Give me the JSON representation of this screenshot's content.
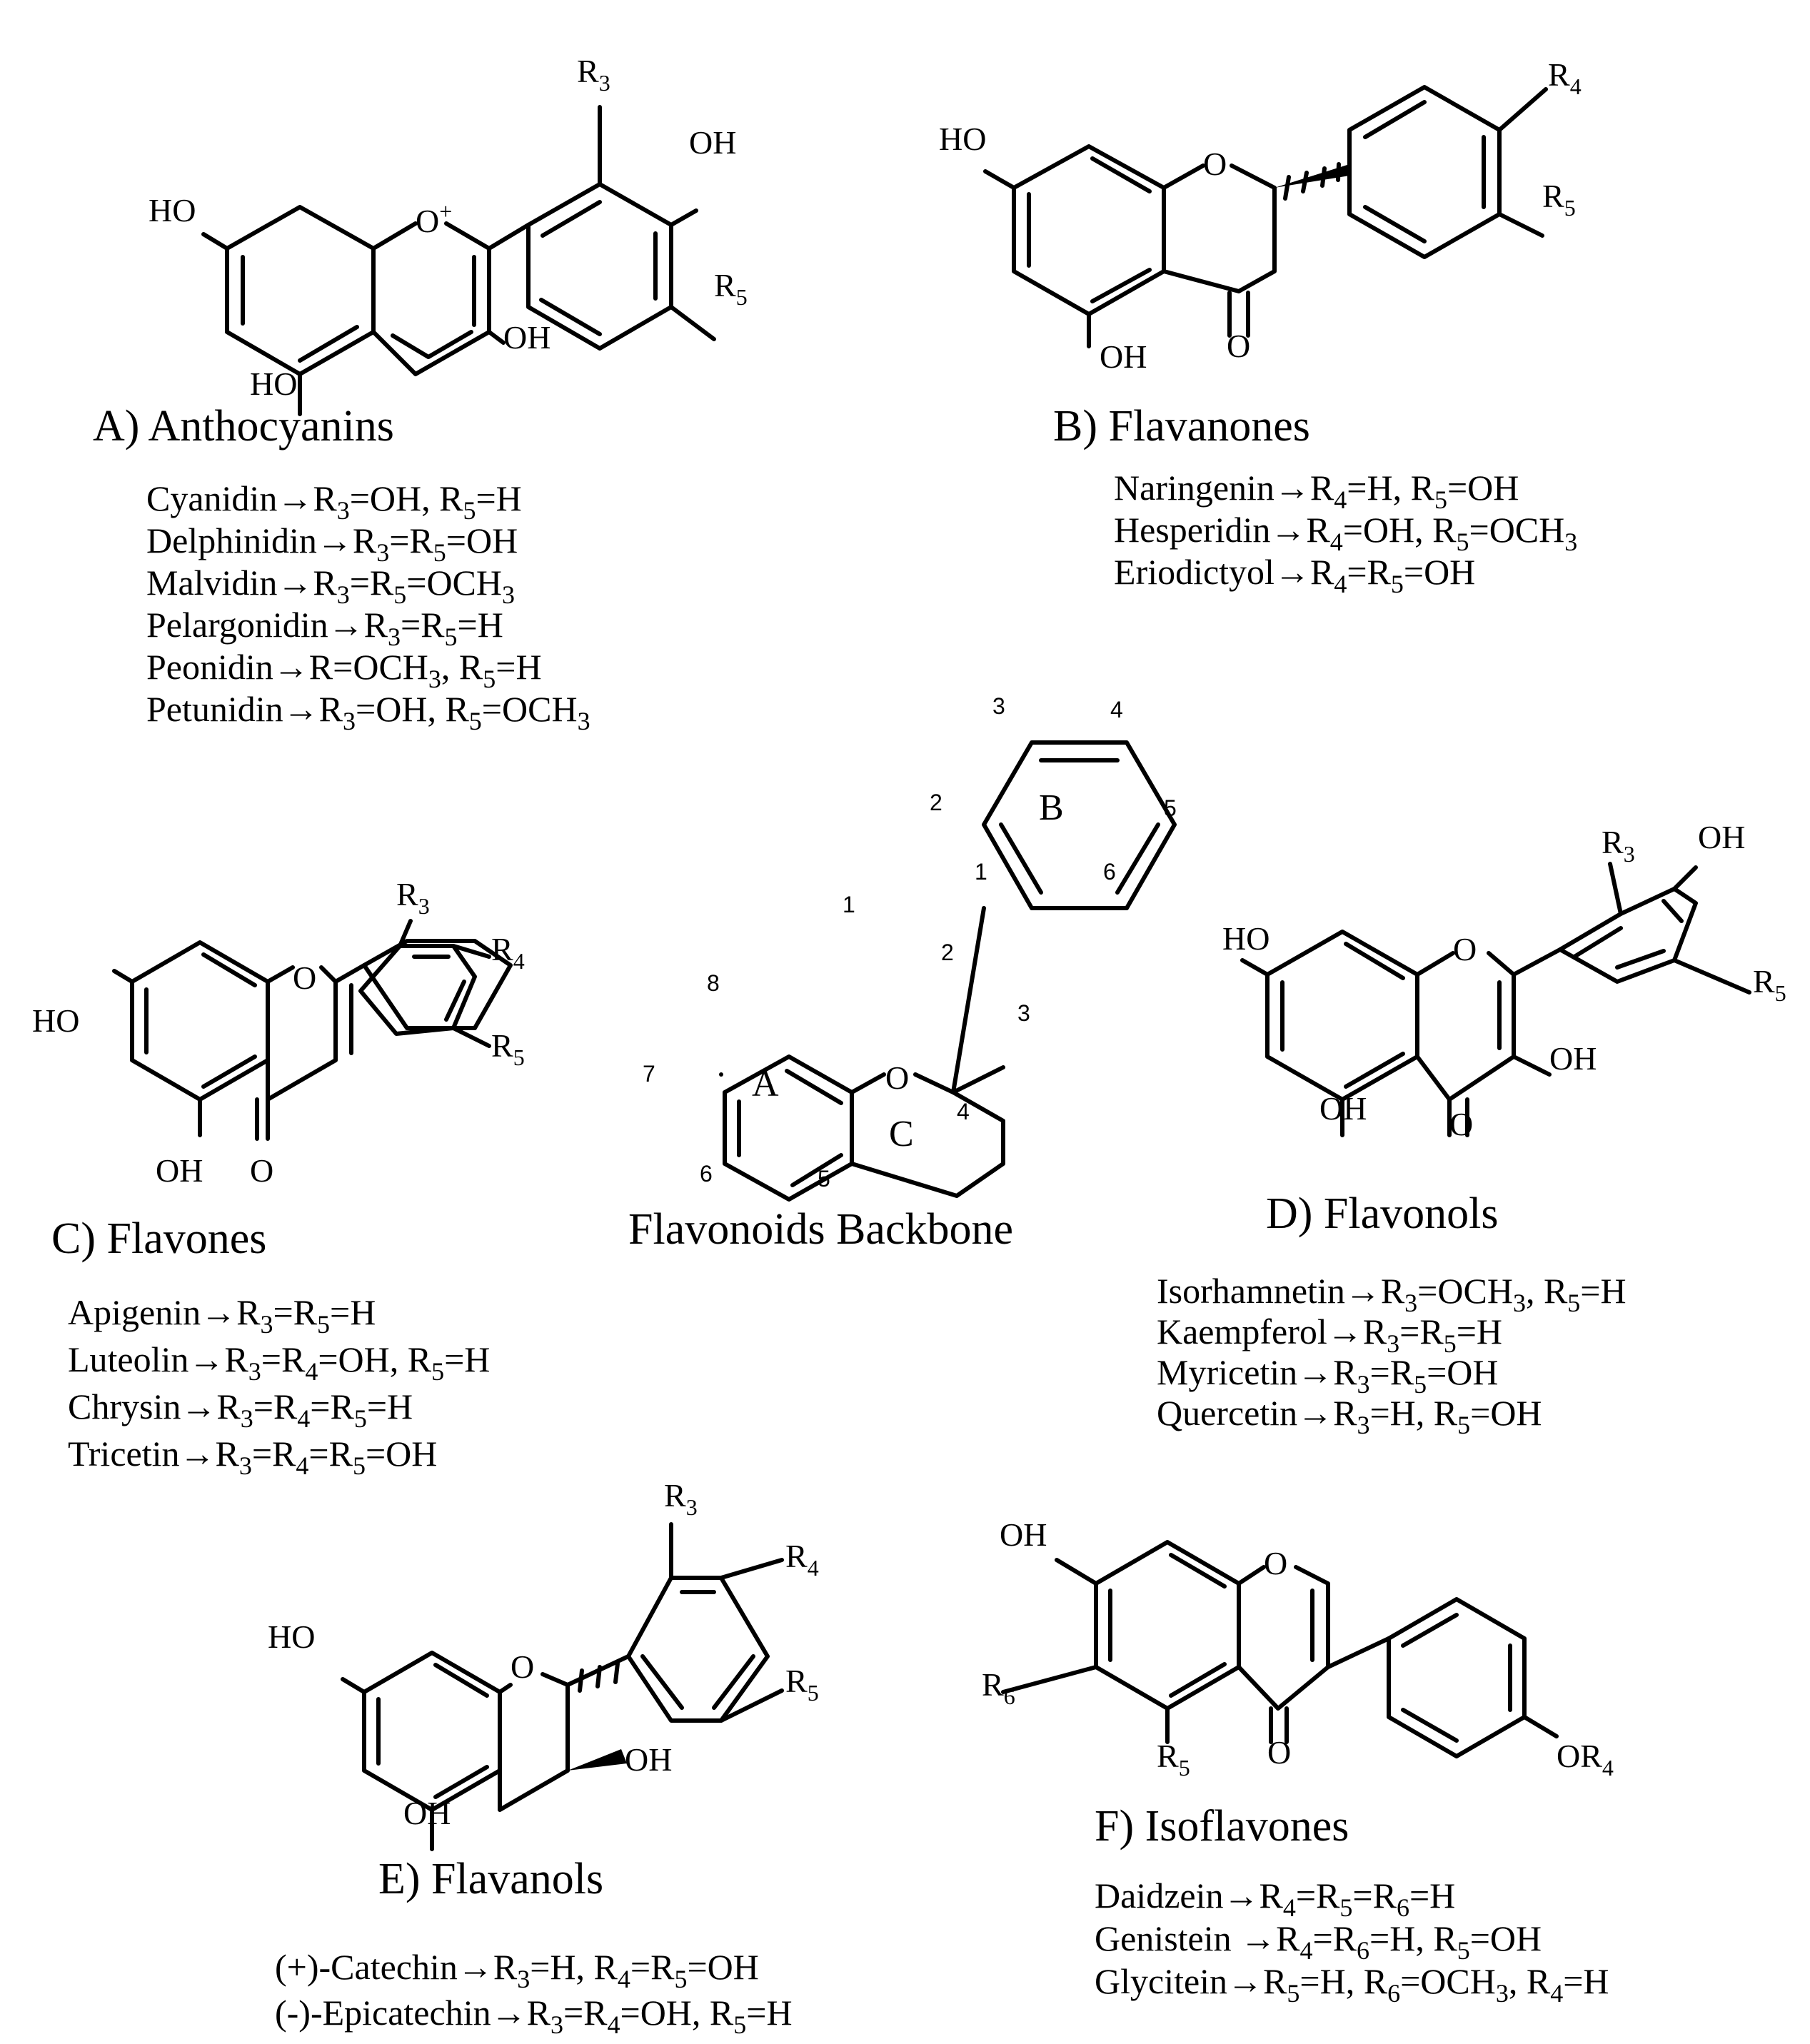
{
  "panels": {
    "A": {
      "title": "A) Anthocyanins",
      "atoms": {
        "R3": "R",
        "R3_sub": "3",
        "OH_top": "OH",
        "O_plus": "O",
        "plus": "+",
        "R5": "R",
        "R5_sub": "5",
        "HO_left": "HO",
        "OH_3": "OH",
        "HO_bottom": "HO"
      },
      "compounds": [
        [
          [
            "Cyanidin→R",
            false
          ],
          [
            "3",
            true
          ],
          [
            "=OH, R",
            false
          ],
          [
            "5",
            true
          ],
          [
            "=H",
            false
          ]
        ],
        [
          [
            "Delphinidin→R",
            false
          ],
          [
            "3",
            true
          ],
          [
            "=R",
            false
          ],
          [
            "5",
            true
          ],
          [
            "=OH",
            false
          ]
        ],
        [
          [
            "Malvidin→R",
            false
          ],
          [
            "3",
            true
          ],
          [
            "=R",
            false
          ],
          [
            "5",
            true
          ],
          [
            "=OCH",
            false
          ],
          [
            "3",
            true
          ]
        ],
        [
          [
            "Pelargonidin→R",
            false
          ],
          [
            "3",
            true
          ],
          [
            "=R",
            false
          ],
          [
            "5",
            true
          ],
          [
            "=H",
            false
          ]
        ],
        [
          [
            "Peonidin→R=OCH",
            false
          ],
          [
            "3",
            true
          ],
          [
            ", R",
            false
          ],
          [
            "5",
            true
          ],
          [
            "=H",
            false
          ]
        ],
        [
          [
            "Petunidin→R",
            false
          ],
          [
            "3",
            true
          ],
          [
            "=OH, R",
            false
          ],
          [
            "5",
            true
          ],
          [
            "=OCH",
            false
          ],
          [
            "3",
            true
          ]
        ]
      ]
    },
    "B": {
      "title": "B) Flavanones",
      "atoms": {
        "HO": "HO",
        "O": "O",
        "R4": "R",
        "R4_sub": "4",
        "R5": "R",
        "R5_sub": "5",
        "OH": "OH",
        "O_keto": "O"
      },
      "compounds": [
        [
          [
            "Naringenin→R",
            false
          ],
          [
            "4",
            true
          ],
          [
            "=H, R",
            false
          ],
          [
            "5",
            true
          ],
          [
            "=OH",
            false
          ]
        ],
        [
          [
            "Hesperidin→R",
            false
          ],
          [
            "4",
            true
          ],
          [
            "=OH, R",
            false
          ],
          [
            "5",
            true
          ],
          [
            "=OCH",
            false
          ],
          [
            "3",
            true
          ]
        ],
        [
          [
            "Eriodictyol→R",
            false
          ],
          [
            "4",
            true
          ],
          [
            "=R",
            false
          ],
          [
            "5",
            true
          ],
          [
            "=OH",
            false
          ]
        ]
      ]
    },
    "backbone": {
      "title": "Flavonoids Backbone",
      "ring_A": "A",
      "ring_B": "B",
      "ring_C": "C",
      "O": "O",
      "numbers": {
        "b3": "3",
        "b4": "4",
        "b2": "2",
        "b5": "5",
        "b1": "1",
        "b6": "6",
        "c1": "1",
        "c2": "2",
        "c3": "3",
        "c4": "4",
        "a8": "8",
        "a7": "7",
        "a6": "6",
        "a5": "5"
      }
    },
    "C": {
      "title": "C) Flavones",
      "atoms": {
        "R3": "R",
        "R3_sub": "3",
        "R4": "R",
        "R4_sub": "4",
        "R5": "R",
        "R5_sub": "5",
        "HO": "HO",
        "O": "O",
        "OH": "OH",
        "O_keto": "O"
      },
      "compounds": [
        [
          [
            "Apigenin→R",
            false
          ],
          [
            "3",
            true
          ],
          [
            "=R",
            false
          ],
          [
            "5",
            true
          ],
          [
            "=H",
            false
          ]
        ],
        [
          [
            "Luteolin→R",
            false
          ],
          [
            "3",
            true
          ],
          [
            "=R",
            false
          ],
          [
            "4",
            true
          ],
          [
            "=OH, R",
            false
          ],
          [
            "5",
            true
          ],
          [
            "=H",
            false
          ]
        ],
        [
          [
            "Chrysin→R",
            false
          ],
          [
            "3",
            true
          ],
          [
            "=R",
            false
          ],
          [
            "4",
            true
          ],
          [
            "=R",
            false
          ],
          [
            "5",
            true
          ],
          [
            "=H",
            false
          ]
        ],
        [
          [
            "Tricetin→R",
            false
          ],
          [
            "3",
            true
          ],
          [
            "=R",
            false
          ],
          [
            "4",
            true
          ],
          [
            "=R",
            false
          ],
          [
            "5",
            true
          ],
          [
            "=OH",
            false
          ]
        ]
      ]
    },
    "D": {
      "title": "D) Flavonols",
      "atoms": {
        "R3": "R",
        "R3_sub": "3",
        "OH_top": "OH",
        "HO": "HO",
        "O": "O",
        "R5": "R",
        "R5_sub": "5",
        "OH_3": "OH",
        "OH_5": "OH",
        "O_keto": "O"
      },
      "compounds": [
        [
          [
            "Isorhamnetin→R",
            false
          ],
          [
            "3",
            true
          ],
          [
            "=OCH",
            false
          ],
          [
            "3",
            true
          ],
          [
            ", R",
            false
          ],
          [
            "5",
            true
          ],
          [
            "=H",
            false
          ]
        ],
        [
          [
            "Kaempferol→R",
            false
          ],
          [
            "3",
            true
          ],
          [
            "=R",
            false
          ],
          [
            "5",
            true
          ],
          [
            "=H",
            false
          ]
        ],
        [
          [
            "Myricetin→R",
            false
          ],
          [
            "3",
            true
          ],
          [
            "=R",
            false
          ],
          [
            "5",
            true
          ],
          [
            "=OH",
            false
          ]
        ],
        [
          [
            "Quercetin→R",
            false
          ],
          [
            "3",
            true
          ],
          [
            "=H, R",
            false
          ],
          [
            "5",
            true
          ],
          [
            "=OH",
            false
          ]
        ]
      ]
    },
    "E": {
      "title": "E) Flavanols",
      "atoms": {
        "R3": "R",
        "R3_sub": "3",
        "R4": "R",
        "R4_sub": "4",
        "R5": "R",
        "R5_sub": "5",
        "HO": "HO",
        "O": "O",
        "OH_3": "OH",
        "OH_5": "OH"
      },
      "compounds": [
        [
          [
            "(+)-Catechin→R",
            false
          ],
          [
            "3",
            true
          ],
          [
            "=H, R",
            false
          ],
          [
            "4",
            true
          ],
          [
            "=R",
            false
          ],
          [
            "5",
            true
          ],
          [
            "=OH",
            false
          ]
        ],
        [
          [
            "(-)-Epicatechin→R",
            false
          ],
          [
            "3",
            true
          ],
          [
            "=R",
            false
          ],
          [
            "4",
            true
          ],
          [
            "=OH, R",
            false
          ],
          [
            "5",
            true
          ],
          [
            "=H",
            false
          ]
        ]
      ]
    },
    "F": {
      "title": "F) Isoflavones",
      "atoms": {
        "OH": "OH",
        "O": "O",
        "R6": "R",
        "R6_sub": "6",
        "R5": "R",
        "R5_sub": "5",
        "O_keto": "O",
        "OR4": "OR",
        "OR4_sub": "4"
      },
      "compounds": [
        [
          [
            "Daidzein→R",
            false
          ],
          [
            "4",
            true
          ],
          [
            "=R",
            false
          ],
          [
            "5",
            true
          ],
          [
            "=R",
            false
          ],
          [
            "6",
            true
          ],
          [
            "=H",
            false
          ]
        ],
        [
          [
            "Genistein →R",
            false
          ],
          [
            "4",
            true
          ],
          [
            "=R",
            false
          ],
          [
            "6",
            true
          ],
          [
            "=H, R",
            false
          ],
          [
            "5",
            true
          ],
          [
            "=OH",
            false
          ]
        ],
        [
          [
            "Glycitein→R",
            false
          ],
          [
            "5",
            true
          ],
          [
            "=H, R",
            false
          ],
          [
            "6",
            true
          ],
          [
            "=OCH",
            false
          ],
          [
            "3",
            true
          ],
          [
            ", R",
            false
          ],
          [
            "4",
            true
          ],
          [
            "=H",
            false
          ]
        ]
      ]
    }
  }
}
